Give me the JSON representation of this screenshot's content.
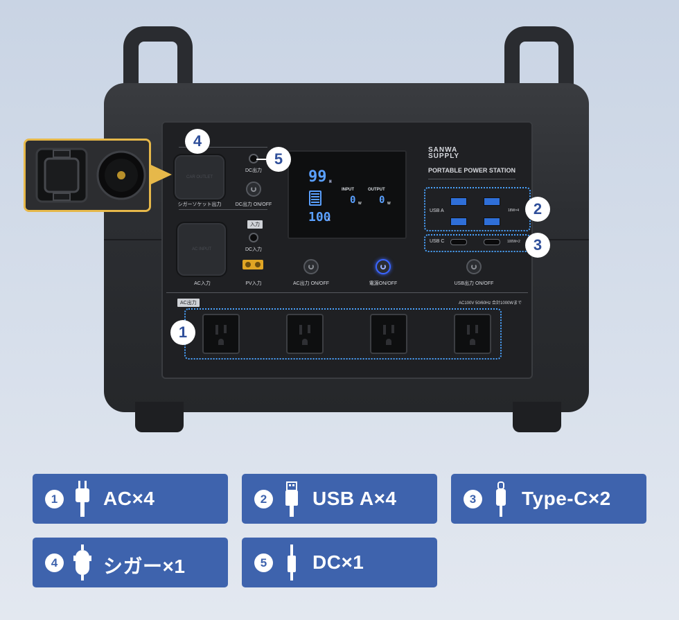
{
  "device": {
    "brand_logo": "SANWA SUPPLY",
    "product_name": "PORTABLE POWER STATION",
    "lcd": {
      "battery_hours": "99",
      "hours_unit": "H",
      "battery_percent": "100",
      "percent_unit": "%",
      "input_label": "INPUT",
      "input_value": "0",
      "output_label": "OUTPUT",
      "output_value": "0",
      "watt_unit": "W"
    },
    "labels": {
      "dc_out": "DC出力",
      "cigar_socket_out": "シガーソケット出力",
      "dc_out_onoff": "DC出力 ON/OFF",
      "input_tag": "入力",
      "dc_in": "DC入力",
      "ac_in": "AC入力",
      "pv_in": "PV入力",
      "ac_out_onoff": "AC出力 ON/OFF",
      "power_onoff": "電源ON/OFF",
      "usb_out_onoff": "USB出力 ON/OFF",
      "ac_out_tag": "AC出力",
      "ac_spec": "AC100V 50/60Hz 合計1000Wまで",
      "usb_a": "USB A",
      "usb_a_spec": "18W×4",
      "usb_c": "USB C",
      "usb_c_spec": "100W×2"
    },
    "callouts": [
      "1",
      "2",
      "3",
      "4",
      "5"
    ]
  },
  "legend": [
    {
      "number": "1",
      "icon": "ac-plug-icon",
      "text": "AC×4"
    },
    {
      "number": "2",
      "icon": "usb-a-plug-icon",
      "text": "USB A×4"
    },
    {
      "number": "3",
      "icon": "usb-c-plug-icon",
      "text": "Type-C×2"
    },
    {
      "number": "4",
      "icon": "cigar-plug-icon",
      "text": "シガー×1"
    },
    {
      "number": "5",
      "icon": "dc-plug-icon",
      "text": "DC×1"
    }
  ],
  "colors": {
    "card": "#3e63ad",
    "callout_ring": "#4aa3ff",
    "inset_border": "#e6b84a",
    "lcd_blue": "#5aa0ff"
  }
}
